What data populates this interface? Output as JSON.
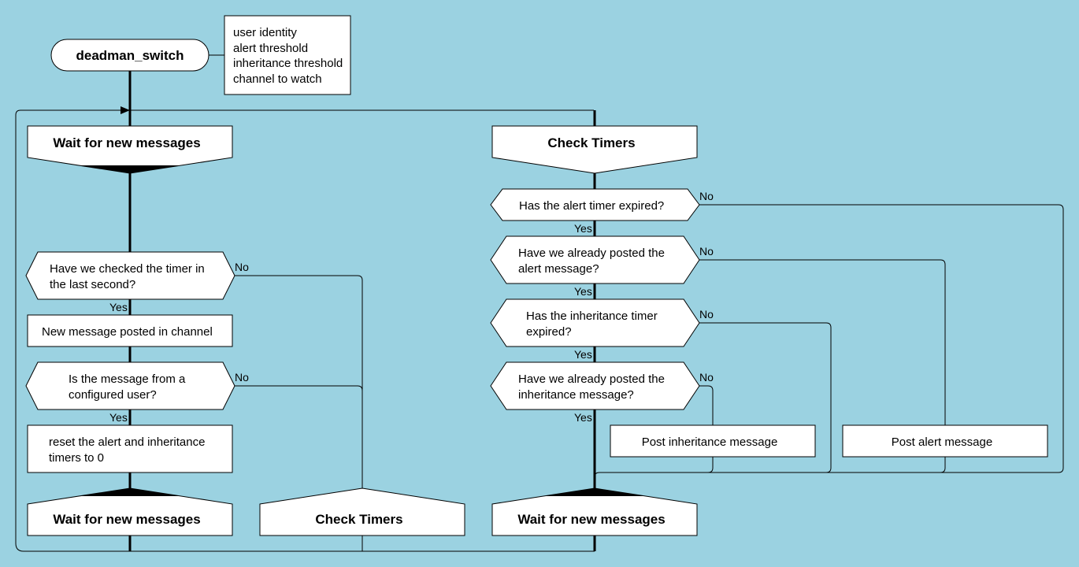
{
  "diagram": {
    "title": "deadman_switch",
    "params": [
      "user identity",
      "alert threshold",
      "inheritance threshold",
      "channel to watch"
    ],
    "wait_label": "Wait for new messages",
    "check_label": "Check Timers",
    "q_checked_timer": [
      "Have we checked the timer in",
      "the last second?"
    ],
    "new_message": "New message posted in channel",
    "q_configured_user": [
      "Is the message from a",
      "configured user?"
    ],
    "reset_timers": [
      "reset the alert and inheritance",
      "timers to 0"
    ],
    "q_alert_expired": "Has the alert timer expired?",
    "q_alert_posted": [
      "Have we already posted the",
      "alert message?"
    ],
    "q_inherit_expired": [
      "Has the inheritance timer",
      "expired?"
    ],
    "q_inherit_posted": [
      "Have we already posted the",
      "inheritance message?"
    ],
    "post_inheritance": "Post inheritance message",
    "post_alert": "Post alert message",
    "yes": "Yes",
    "no": "No"
  }
}
